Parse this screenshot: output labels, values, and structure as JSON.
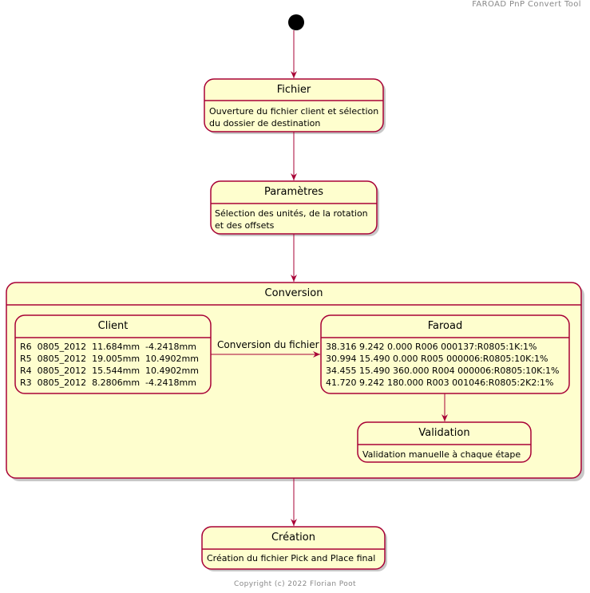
{
  "header_text": "FAROAD PnP Convert Tool",
  "footer_text": "Copyright (c) 2022 Florian Poot",
  "colors": {
    "fill": "#FEFECE",
    "border": "#A80036",
    "shadow": "#C8C8C8"
  },
  "states": {
    "fichier": {
      "title": "Fichier",
      "lines": [
        "Ouverture du fichier client et sélection",
        "du dossier de destination"
      ]
    },
    "parametres": {
      "title": "Paramètres",
      "lines": [
        "Sélection des unités, de la rotation",
        "et des offsets"
      ]
    },
    "conversion": {
      "title": "Conversion"
    },
    "client": {
      "title": "Client",
      "lines": [
        "R6  0805_2012  11.684mm  -4.2418mm",
        "R5  0805_2012  19.005mm  10.4902mm",
        "R4  0805_2012  15.544mm  10.4902mm",
        "R3  0805_2012  8.2806mm  -4.2418mm"
      ]
    },
    "faroad": {
      "title": "Faroad",
      "lines": [
        "38.316 9.242 0.000 R006 000137:R0805:1K:1%",
        "30.994 15.490 0.000 R005 000006:R0805:10K:1%",
        "34.455 15.490 360.000 R004 000006:R0805:10K:1%",
        "41.720 9.242 180.000 R003 001046:R0805:2K2:1%"
      ]
    },
    "validation": {
      "title": "Validation",
      "lines": [
        "Validation manuelle à chaque étape"
      ]
    },
    "creation": {
      "title": "Création",
      "lines": [
        "Création du fichier Pick and Place final"
      ]
    }
  },
  "transitions": {
    "conversion_label": "Conversion du fichier"
  }
}
